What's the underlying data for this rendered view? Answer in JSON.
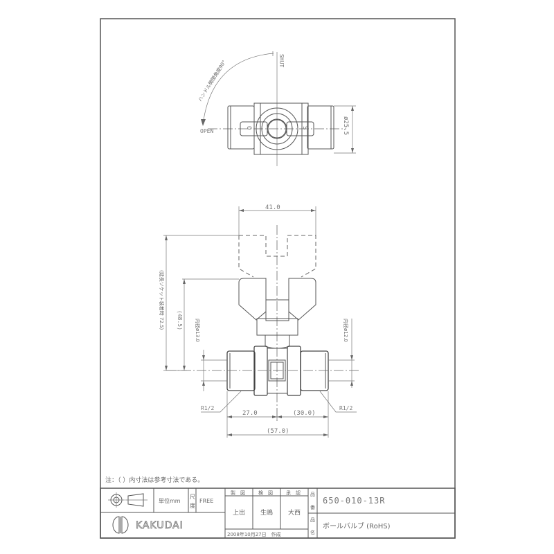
{
  "drawing": {
    "top_view": {
      "shut_label": "SHUT",
      "open_label": "OPEN",
      "rotation_note": "ハンドル開閉角度90°",
      "handle_mark_left": "O",
      "handle_mark_right": "S",
      "diameter_dim": "ø25.5"
    },
    "front_view": {
      "width_dim": "41.0",
      "socket_height_dim": "(延長ソケット装着時 72.5)",
      "height_dim": "(48.5)",
      "inner_dia_left": "内径ø13.0",
      "inner_dia_right": "内径ø12.0",
      "thread_left": "R1/2",
      "thread_right": "R1/2",
      "left_length_dim": "27.0",
      "right_length_dim": "(30.0)",
      "total_length_dim": "(57.0)"
    }
  },
  "note": "注：（ ）内寸法は参考寸法である。",
  "title_block": {
    "unit_label": "単位mm",
    "scale_label_top": "尺",
    "scale_label_bottom": "度",
    "scale_value": "FREE",
    "brand": "KAKUDAI",
    "headers": [
      "製　図",
      "検　図",
      "承　認"
    ],
    "names": [
      "上出",
      "生嶋",
      "大西"
    ],
    "date": "2008年10月27日　作成",
    "part_no_label_top": "品",
    "part_no_label_bottom": "番",
    "part_no": "650-010-13R",
    "part_name_label_top": "品",
    "part_name_label_bottom": "名",
    "part_name": "ボールバルブ (RoHS)"
  }
}
